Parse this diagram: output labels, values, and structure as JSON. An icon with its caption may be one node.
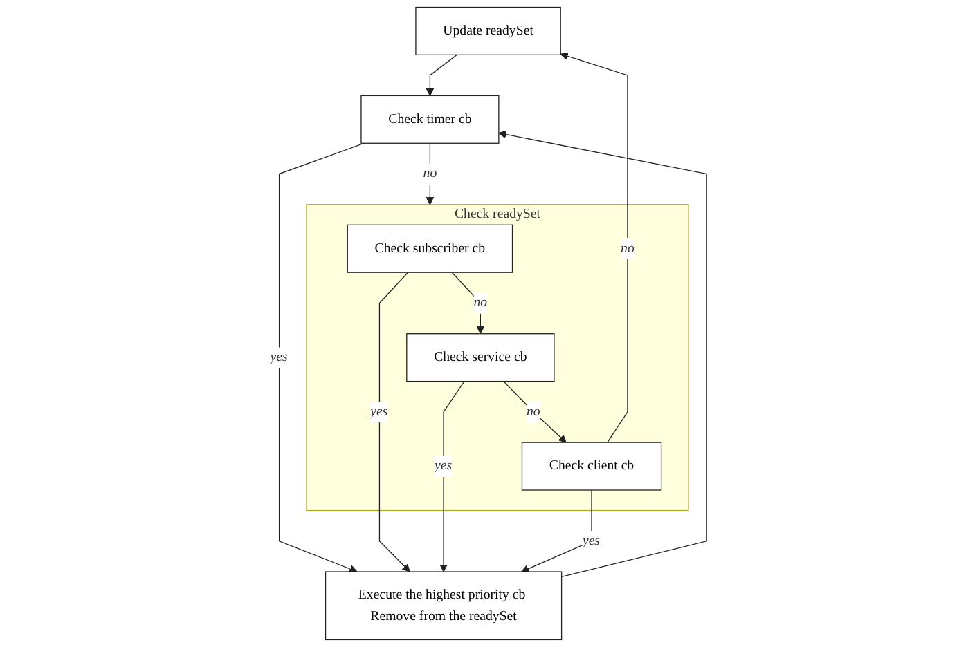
{
  "diagram": {
    "nodes": [
      {
        "text": [
          "Update readySet"
        ]
      },
      {
        "text": [
          "Execute the highest priority cb Remove from the readySet"
        ]
      },
      {
        "text": [
          "Check timer cb"
        ]
      },
      {
        "text": [
          "Check readySet"
        ]
      },
      {
        "text": [
          "Check subscriber cb"
        ],
        "in": 3
      },
      {
        "text": [
          "Check service cb"
        ],
        "in": 3
      },
      {
        "text": [
          "Check client cb"
        ],
        "in": 3
      }
    ],
    "edges": [
      {
        "from": 0,
        "to": 2,
        "arrow": "to"
      },
      {
        "from": 1,
        "to": 2,
        "arrow": "to"
      },
      {
        "from": 2,
        "to": 3,
        "arrow": "to",
        "label": "no"
      },
      {
        "from": 2,
        "to": 1,
        "arrow": "to",
        "label": "yes"
      },
      {
        "from": 4,
        "to": 1,
        "arrow": "to",
        "label": "yes"
      },
      {
        "from": 4,
        "to": 5,
        "arrow": "to",
        "label": "no"
      },
      {
        "from": 5,
        "to": 1,
        "arrow": "to",
        "label": "yes"
      },
      {
        "from": 5,
        "to": 6,
        "arrow": "to",
        "label": "no"
      },
      {
        "from": 6,
        "to": 1,
        "arrow": "to",
        "label": "yes"
      },
      {
        "from": 6,
        "to": 0,
        "arrow": "to",
        "label": "no"
      }
    ]
  }
}
